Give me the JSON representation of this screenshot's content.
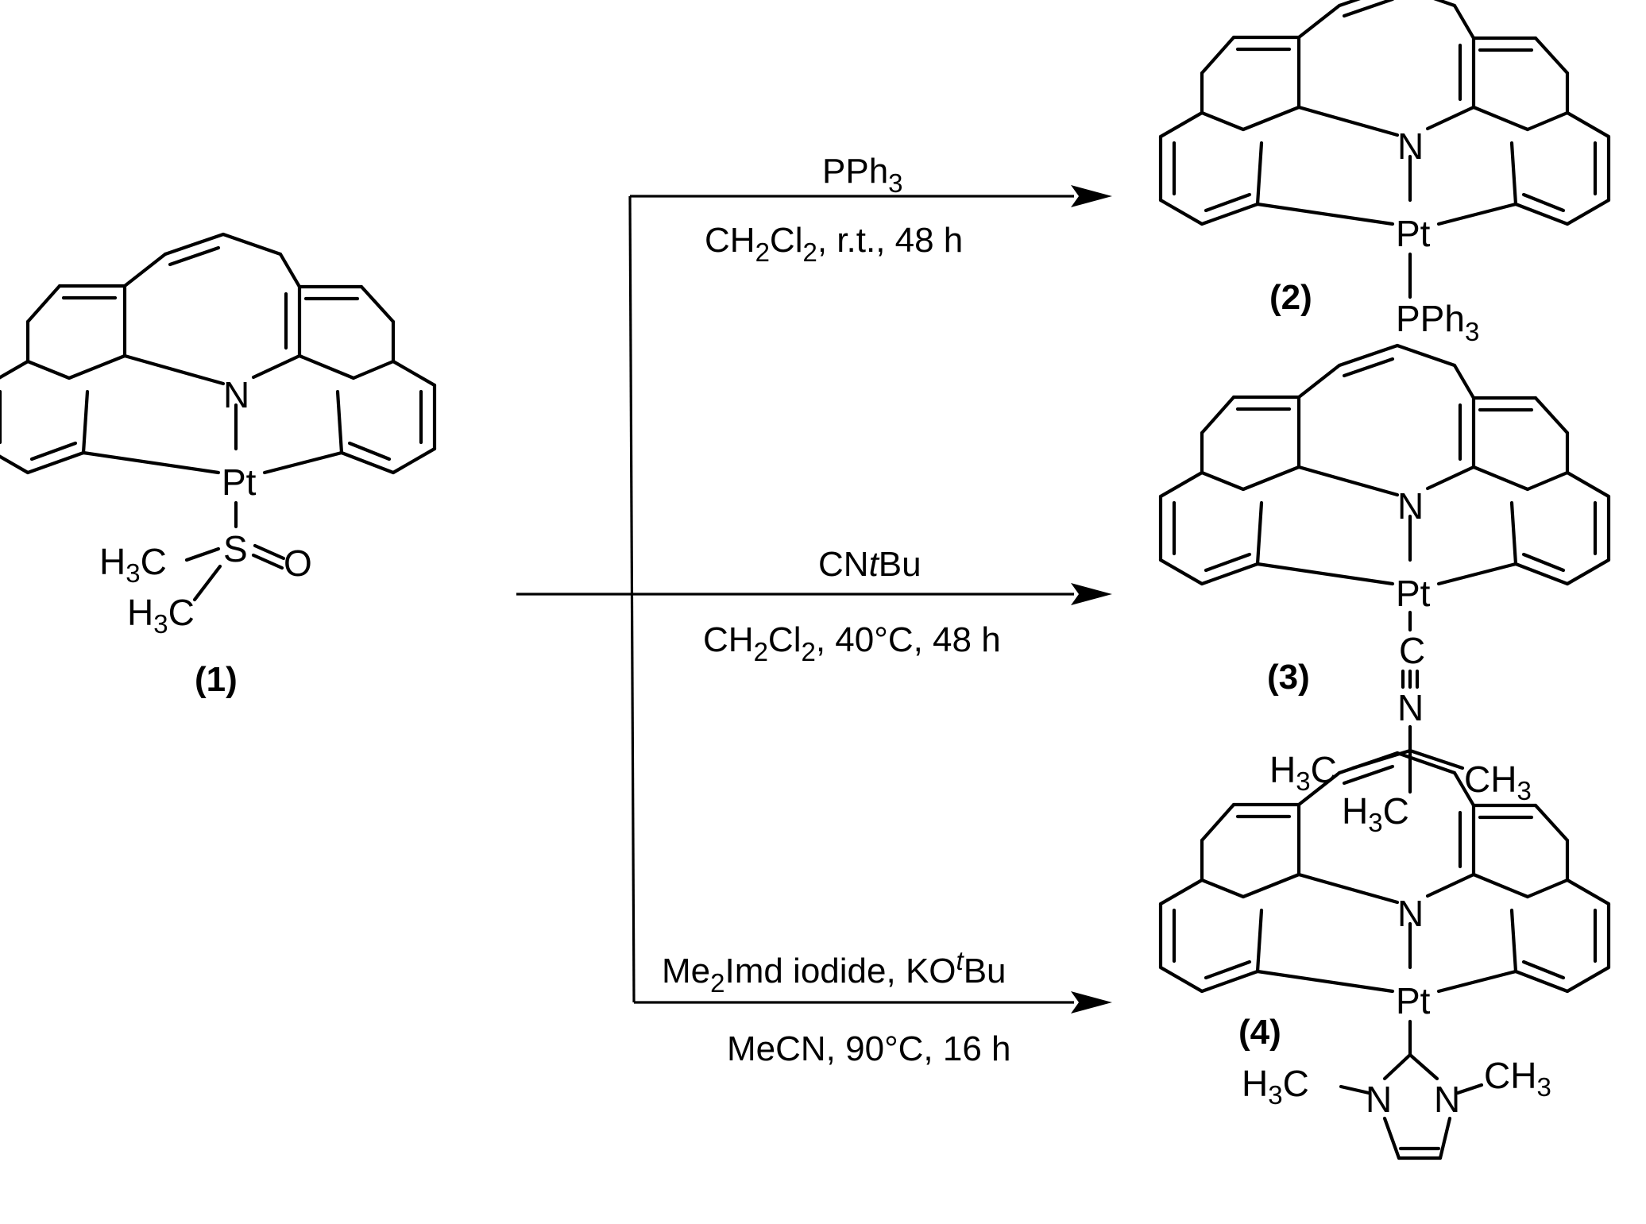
{
  "atoms": {
    "N": "N",
    "Pt": "Pt",
    "S": "S",
    "O": "O",
    "C": "C",
    "H": "H",
    "P": "P",
    "Ph": "Ph"
  },
  "subscripts": {
    "two": "2",
    "three": "3"
  },
  "compounds": {
    "c1": "(1)",
    "c2": "(2)",
    "c3": "(3)",
    "c4": "(4)"
  },
  "reactions": {
    "r1": {
      "reagent_main": "PPh",
      "reagent_sub": "3",
      "cond_a": "CH",
      "cond_b": "Cl",
      "cond_c": ", r.t., 48 h"
    },
    "r2": {
      "reagent_a": "CN",
      "reagent_t": "t",
      "reagent_b": "Bu",
      "cond_a": "CH",
      "cond_b": "Cl",
      "cond_c": ", 40°C, 48 h"
    },
    "r3": {
      "reagent_a": "Me",
      "reagent_b": "Imd iodide, KO",
      "reagent_t": "t",
      "reagent_c": "Bu",
      "cond": "MeCN, 90°C, 16 h"
    }
  },
  "colors": {
    "ink": "#000000",
    "background": "#ffffff"
  }
}
